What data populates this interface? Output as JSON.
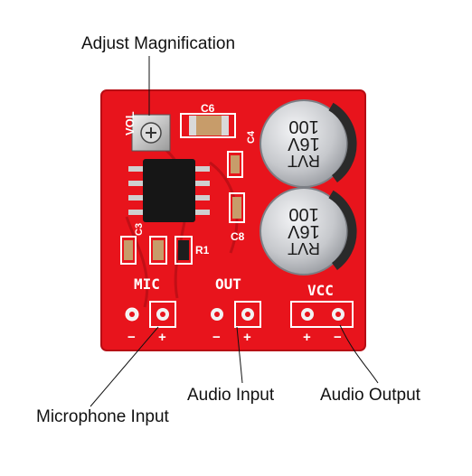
{
  "callouts": {
    "adjust_magnification": "Adjust Magnification",
    "audio_input": "Audio Input",
    "audio_output": "Audio Output",
    "microphone_input": "Microphone Input"
  },
  "board": {
    "vol_label": "VOL",
    "c6_label": "C6",
    "c4_label": "C4",
    "c8_label": "C8",
    "c3_label": "C3",
    "r1_label": "R1",
    "headers": {
      "mic": "MIC",
      "out": "OUT",
      "vcc": "VCC"
    },
    "polarity": {
      "mic_minus": "−",
      "mic_plus": "+",
      "out_minus": "−",
      "out_plus": "+",
      "vcc_plus": "+",
      "vcc_minus": "−"
    },
    "capacitor_top": {
      "value": "100",
      "voltage": "16V",
      "brand": "RVT"
    },
    "capacitor_bottom": {
      "value": "100",
      "voltage": "16V",
      "brand": "RVT"
    }
  },
  "colors": {
    "pcb_red": "#e8141c",
    "silkscreen": "#ffffff",
    "chip": "#161616",
    "capacitor": "#c9cbcf"
  }
}
